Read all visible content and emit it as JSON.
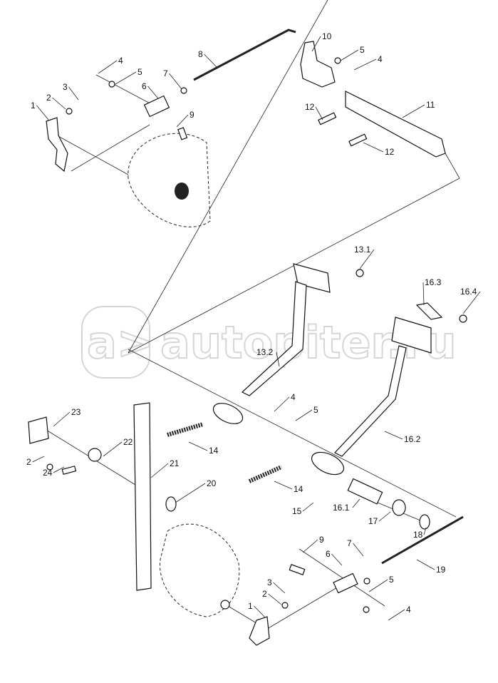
{
  "watermark": {
    "text": "autopiter.ru",
    "logo_text": "a>"
  },
  "callouts": [
    "8",
    "10",
    "5",
    "4",
    "4",
    "5",
    "7",
    "6",
    "3",
    "2",
    "1",
    "9",
    "12",
    "11",
    "12",
    "13.1",
    "16.3",
    "16.4",
    "13.2",
    "4",
    "5",
    "23",
    "22",
    "16.2",
    "14",
    "2",
    "24",
    "21",
    "14",
    "20",
    "15",
    "16.1",
    "17",
    "18",
    "19",
    "9",
    "7",
    "6",
    "3",
    "5",
    "2",
    "1",
    "4"
  ]
}
